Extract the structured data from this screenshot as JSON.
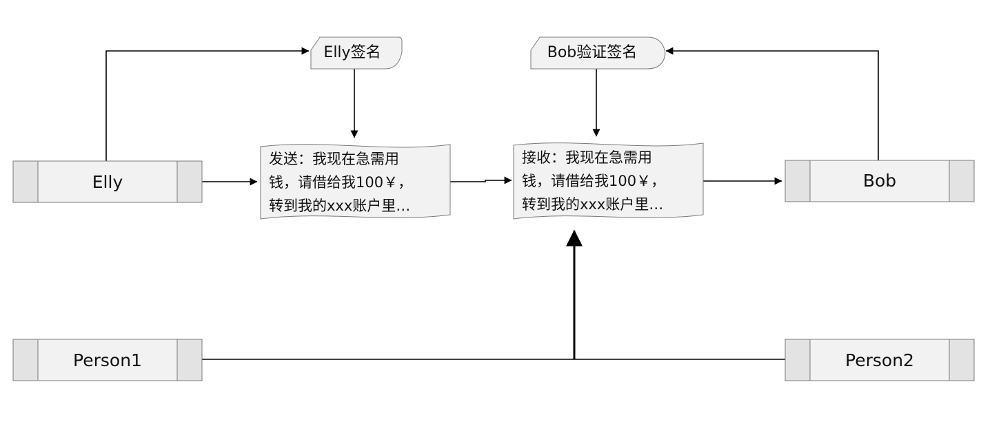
{
  "nodes": {
    "elly": {
      "label": "Elly"
    },
    "bob": {
      "label": "Bob"
    },
    "person1": {
      "label": "Person1"
    },
    "person2": {
      "label": "Person2"
    }
  },
  "tags": {
    "elly_sign": "Elly签名",
    "bob_verify": "Bob验证签名"
  },
  "documents": {
    "sent": {
      "lines": [
        "发送：我现在急需用",
        "钱，请借给我100￥，",
        "转到我的xxx账户里…"
      ]
    },
    "received": {
      "lines": [
        "接收：我现在急需用",
        "钱，请借给我100￥，",
        "转到我的xxx账户里…"
      ]
    }
  }
}
